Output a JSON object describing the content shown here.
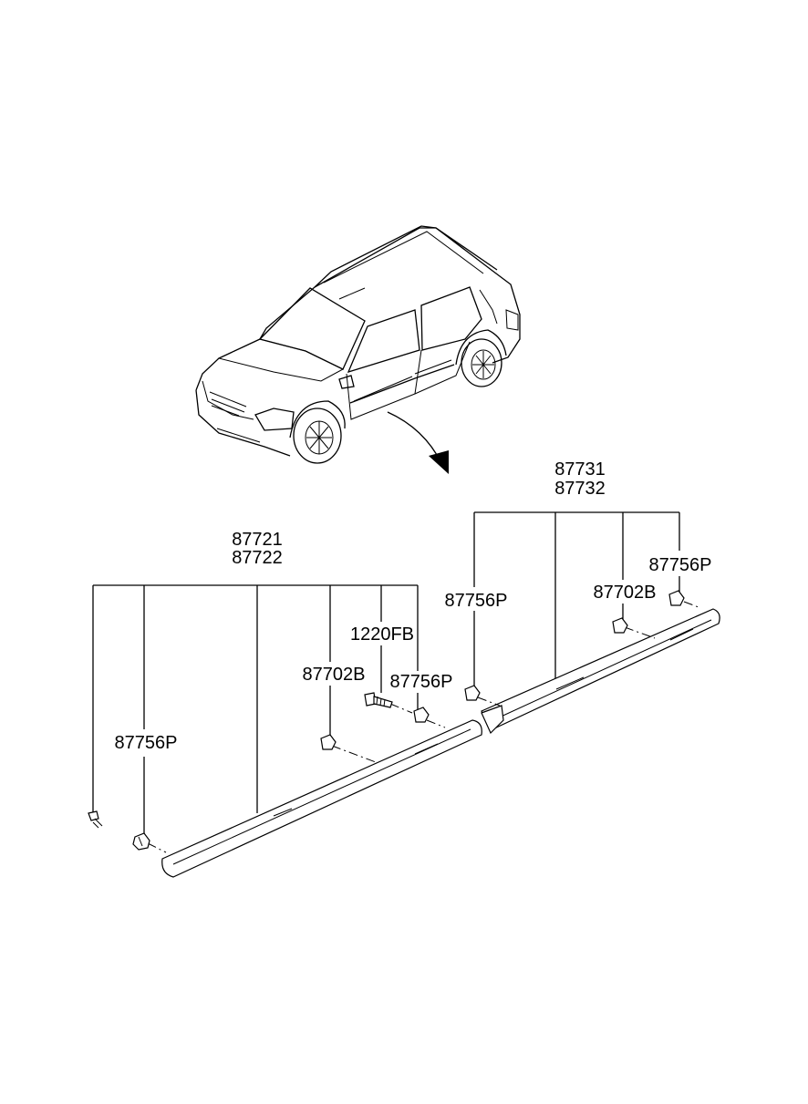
{
  "callouts": {
    "front_group": {
      "line1": "87721",
      "line2": "87722"
    },
    "rear_group": {
      "line1": "87731",
      "line2": "87732"
    },
    "front_clip_left": "87756P",
    "front_clip_b": "87702B",
    "front_bolt": "1220FB",
    "front_clip_right": "87756P",
    "rear_clip_left": "87756P",
    "rear_clip_b": "87702B",
    "rear_clip_right": "87756P"
  },
  "icons": {
    "vehicle": "hatchback-car-illustration",
    "arrow": "curved-pointer-arrow"
  }
}
